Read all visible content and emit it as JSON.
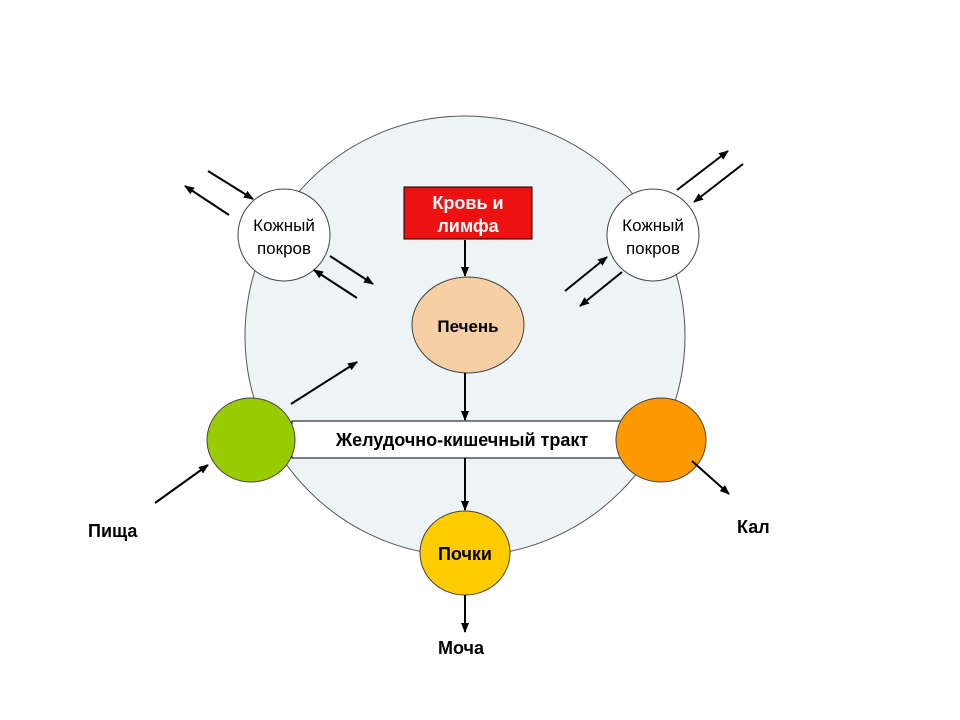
{
  "labels": {
    "blood_lymph_line1": "Кровь и",
    "blood_lymph_line2": "лимфа",
    "liver": "Печень",
    "gi_tract": "Желудочно-кишечный тракт",
    "skin_left_line1": "Кожный",
    "skin_left_line2": "покров",
    "skin_right_line1": "Кожный",
    "skin_right_line2": "покров",
    "kidneys": "Почки",
    "food": "Пища",
    "feces": "Кал",
    "urine": "Моча"
  },
  "colors": {
    "body_fill": "#eef3f5",
    "blood_lymph": "#ee1111",
    "liver": "#f6cfa4",
    "intake_node": "#99cc00",
    "excretion_node": "#ff9900",
    "kidneys": "#ffcc00"
  }
}
